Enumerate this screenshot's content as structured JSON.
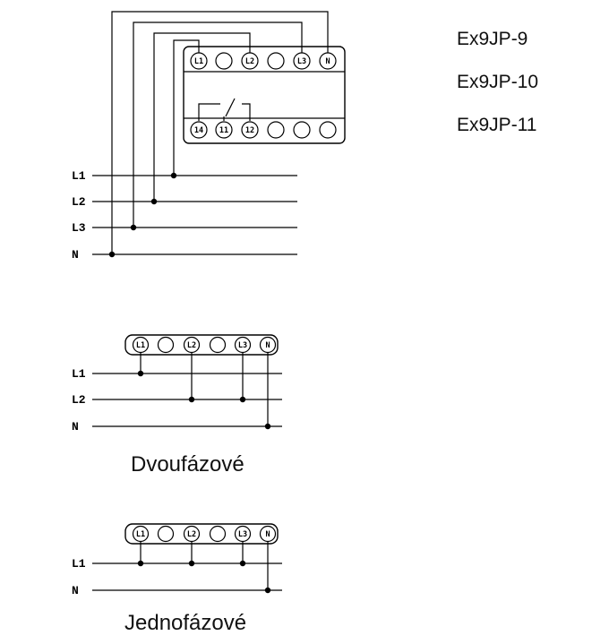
{
  "models": [
    "Ex9JP-9",
    "Ex9JP-10",
    "Ex9JP-11"
  ],
  "top_diagram": {
    "upper_terminals": [
      "L1",
      "",
      "L2",
      "",
      "L3",
      "N"
    ],
    "lower_terminals": [
      "14",
      "11",
      "12",
      "",
      "",
      ""
    ],
    "lines": [
      "L1",
      "L2",
      "L3",
      "N"
    ]
  },
  "two_phase": {
    "caption": "Dvoufázové",
    "terminals": [
      "L1",
      "",
      "L2",
      "",
      "L3",
      "N"
    ],
    "lines": [
      "L1",
      "L2",
      "N"
    ]
  },
  "single_phase": {
    "caption": "Jednofázové",
    "terminals": [
      "L1",
      "",
      "L2",
      "",
      "L3",
      "N"
    ],
    "lines": [
      "L1",
      "N"
    ]
  }
}
